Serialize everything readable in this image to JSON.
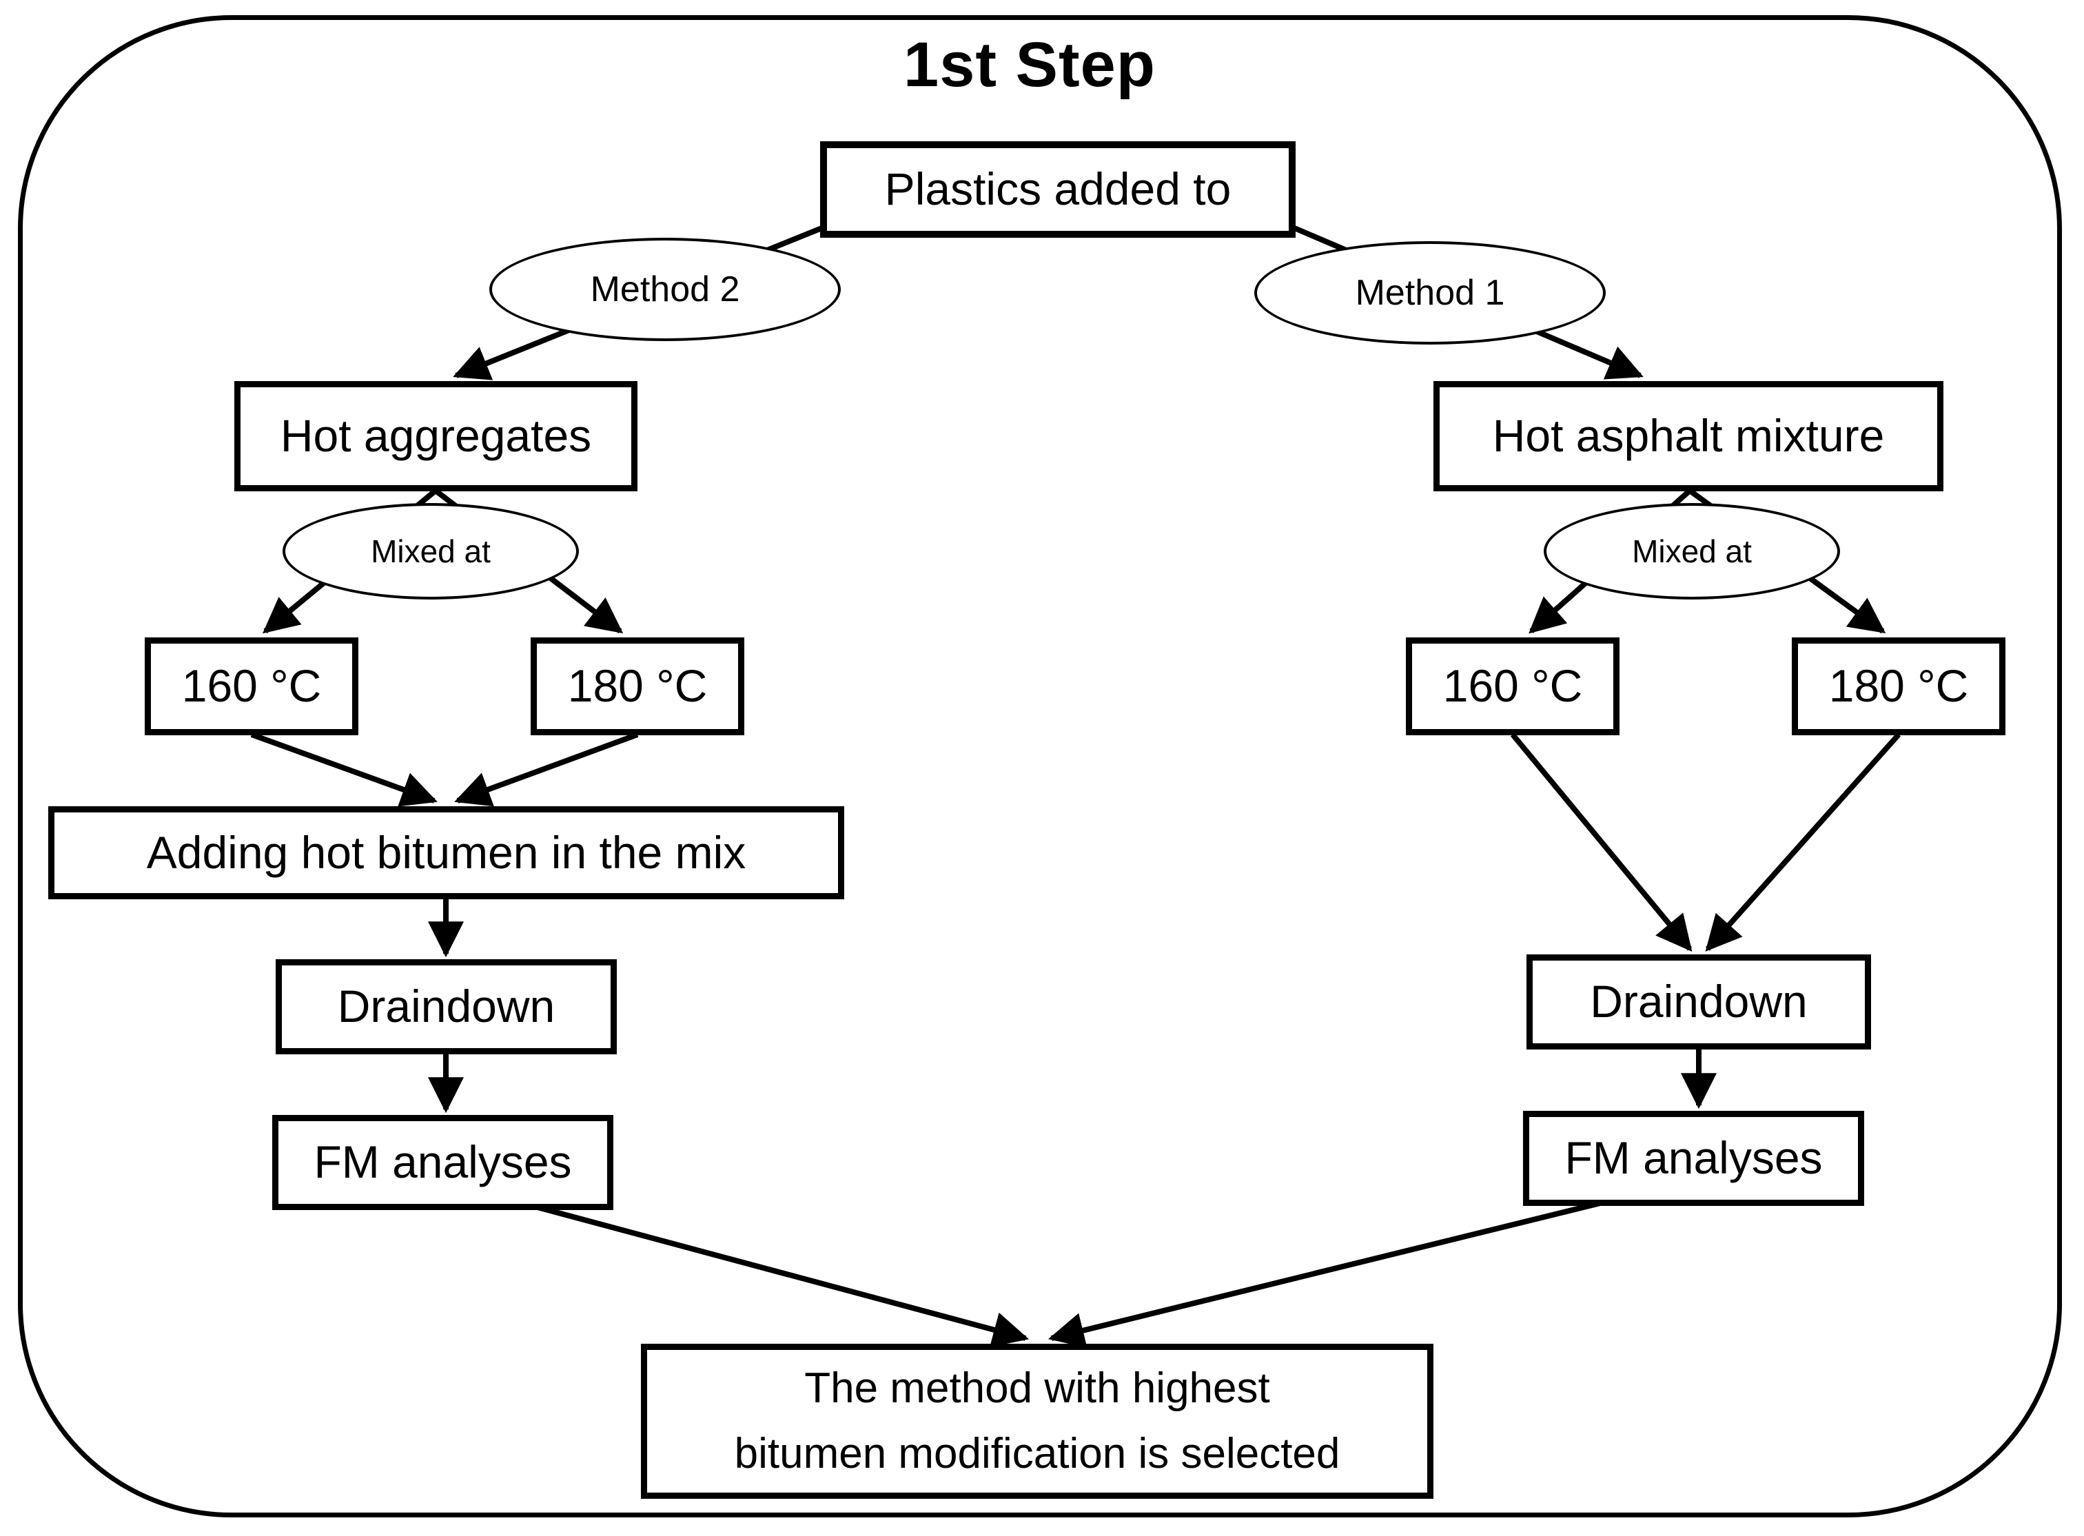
{
  "diagram": {
    "title": "1st Step",
    "nodes": {
      "plastics_added_to": "Plastics added to",
      "method_2": "Method 2",
      "method_1": "Method 1",
      "hot_aggregates": "Hot aggregates",
      "hot_asphalt_mixture": "Hot asphalt mixture",
      "mixed_at_left": "Mixed at",
      "mixed_at_right": "Mixed at",
      "temp_160_left": "160 °C",
      "temp_180_left": "180 °C",
      "temp_160_right": "160 °C",
      "temp_180_right": "180 °C",
      "adding_hot_bitumen": "Adding hot bitumen in the mix",
      "draindown_left": "Draindown",
      "fm_analyses_left": "FM analyses",
      "draindown_right": "Draindown",
      "fm_analyses_right": "FM analyses",
      "final_selection_line1": "The method with highest",
      "final_selection_line2": "bitumen modification is selected"
    },
    "edges": [
      {
        "from": "Plastics added to",
        "via": "Method 2",
        "to": "Hot aggregates"
      },
      {
        "from": "Plastics added to",
        "via": "Method 1",
        "to": "Hot asphalt mixture"
      },
      {
        "from": "Hot aggregates",
        "via": "Mixed at",
        "to": "160 °C"
      },
      {
        "from": "Hot aggregates",
        "via": "Mixed at",
        "to": "180 °C"
      },
      {
        "from": "160 °C",
        "to": "Adding hot bitumen in the mix"
      },
      {
        "from": "180 °C",
        "to": "Adding hot bitumen in the mix"
      },
      {
        "from": "Adding hot bitumen in the mix",
        "to": "Draindown"
      },
      {
        "from": "Draindown",
        "to": "FM analyses"
      },
      {
        "from": "Hot asphalt mixture",
        "via": "Mixed at",
        "to": "160 °C"
      },
      {
        "from": "Hot asphalt mixture",
        "via": "Mixed at",
        "to": "180 °C"
      },
      {
        "from": "160 °C",
        "to": "Draindown"
      },
      {
        "from": "180 °C",
        "to": "Draindown"
      },
      {
        "from": "Draindown",
        "to": "FM analyses"
      },
      {
        "from": "FM analyses (Method 2)",
        "to": "The method with highest bitumen modification is selected"
      },
      {
        "from": "FM analyses (Method 1)",
        "to": "The method with highest bitumen modification is selected"
      }
    ],
    "colors": {
      "stroke": "#000000",
      "fill": "#ffffff",
      "text": "#000000"
    }
  }
}
